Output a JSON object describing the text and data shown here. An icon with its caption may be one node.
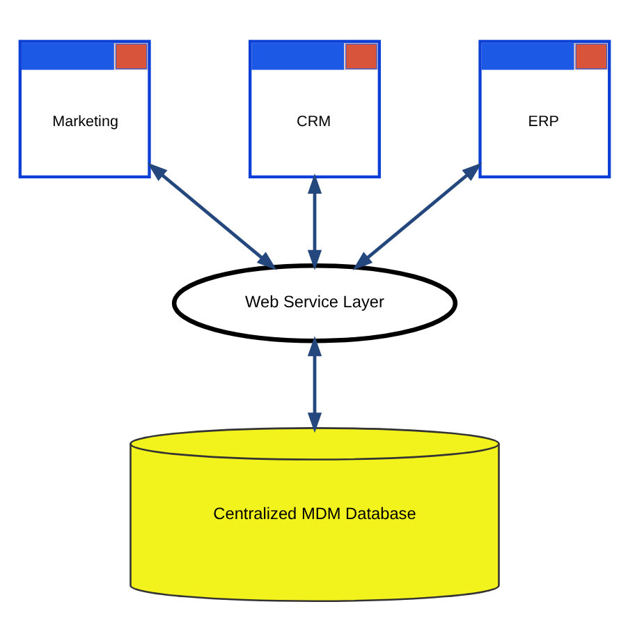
{
  "diagram": {
    "nodes": [
      {
        "text": [
          "Marketing"
        ]
      },
      {
        "text": [
          "CRM"
        ]
      },
      {
        "text": [
          "ERP"
        ]
      },
      {
        "text": [
          "Web Service Layer"
        ]
      },
      {
        "text": [
          "Centralized MDM Database"
        ]
      }
    ],
    "edges": [
      {
        "from": 0,
        "to": 3,
        "arrow": "both"
      },
      {
        "from": 1,
        "to": 3,
        "arrow": "both"
      },
      {
        "from": 2,
        "to": 3,
        "arrow": "both"
      },
      {
        "from": 3,
        "to": 4,
        "arrow": "both"
      }
    ]
  }
}
